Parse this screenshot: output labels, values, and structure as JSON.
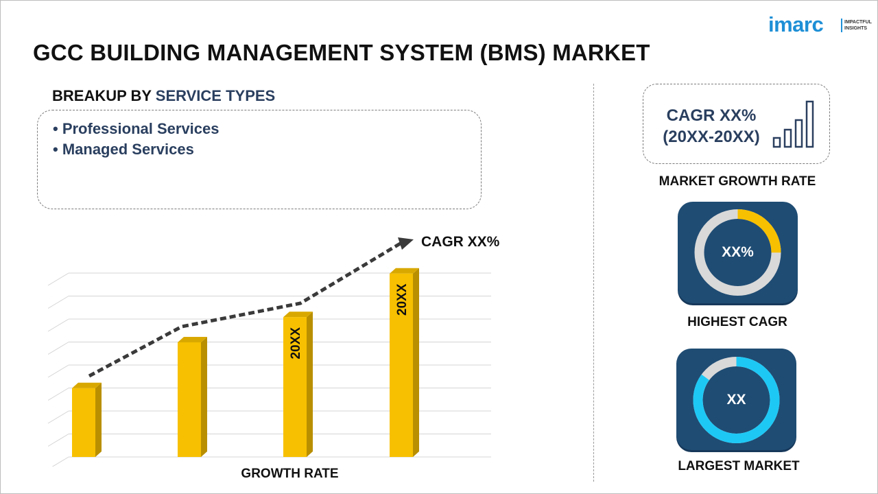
{
  "brand": {
    "logo_text": "imarc",
    "logo_tagline_line1": "IMPACTFUL",
    "logo_tagline_line2": "INSIGHTS",
    "accent_color": "#1e8fd6"
  },
  "title": "GCC BUILDING MANAGEMENT SYSTEM (BMS) MARKET",
  "breakup": {
    "heading_prefix": "BREAKUP BY ",
    "heading_accent": "SERVICE TYPES",
    "items": [
      "• Professional Services",
      "• Managed Services"
    ]
  },
  "chart_data": {
    "type": "bar",
    "categories": [
      "",
      "",
      "",
      ""
    ],
    "values": [
      30,
      50,
      61,
      80
    ],
    "ylim": [
      0,
      85
    ],
    "bar_labels": [
      "",
      "",
      "20XX",
      "20XX"
    ],
    "xlabel": "GROWTH RATE",
    "trend_annotation": "CAGR XX%",
    "grid": true,
    "bar_color": "#f7c000",
    "bar_side_color": "#b98f00"
  },
  "panel": {
    "cagr_line1": "CAGR XX%",
    "cagr_line2": "(20XX-20XX)",
    "market_growth_label": "MARKET GROWTH RATE",
    "highest_cagr_value": "XX%",
    "highest_cagr_fraction": 0.25,
    "highest_cagr_label": "HIGHEST CAGR",
    "largest_market_value": "XX",
    "largest_market_fraction": 0.85,
    "largest_market_label": "LARGEST MARKET",
    "tile_color": "#1f4c73",
    "ring_track_color": "#d9d9d9",
    "highest_ring_color": "#f7c000",
    "largest_ring_color": "#1ec8f5"
  }
}
